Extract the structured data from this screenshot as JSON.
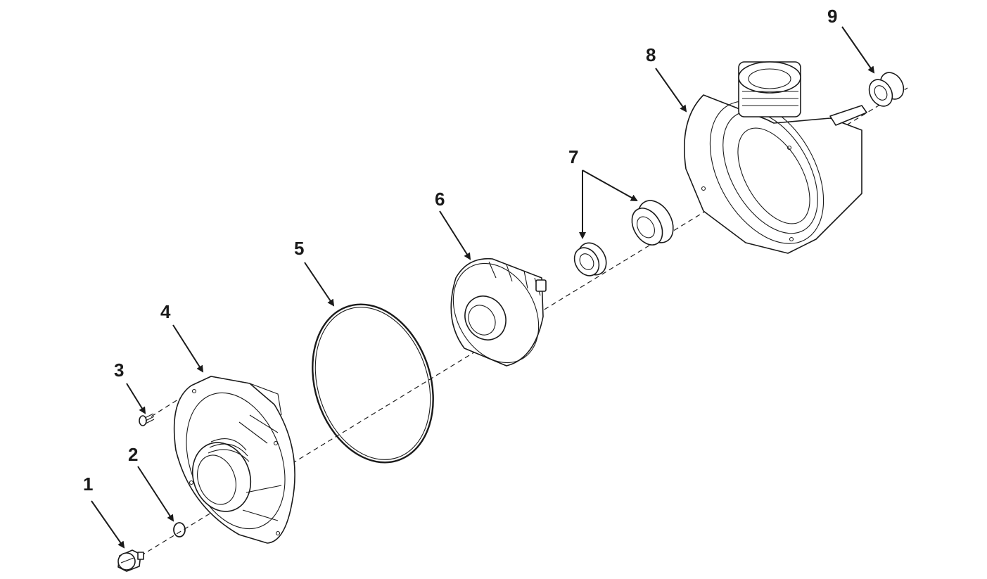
{
  "colors": {
    "line": "#1a1a1a",
    "background": "#ffffff"
  },
  "callouts": [
    {
      "id": "1",
      "label": "1"
    },
    {
      "id": "2",
      "label": "2"
    },
    {
      "id": "3",
      "label": "3"
    },
    {
      "id": "4",
      "label": "4"
    },
    {
      "id": "5",
      "label": "5"
    },
    {
      "id": "6",
      "label": "6"
    },
    {
      "id": "7",
      "label": "7"
    },
    {
      "id": "8",
      "label": "8"
    },
    {
      "id": "9",
      "label": "9"
    }
  ]
}
